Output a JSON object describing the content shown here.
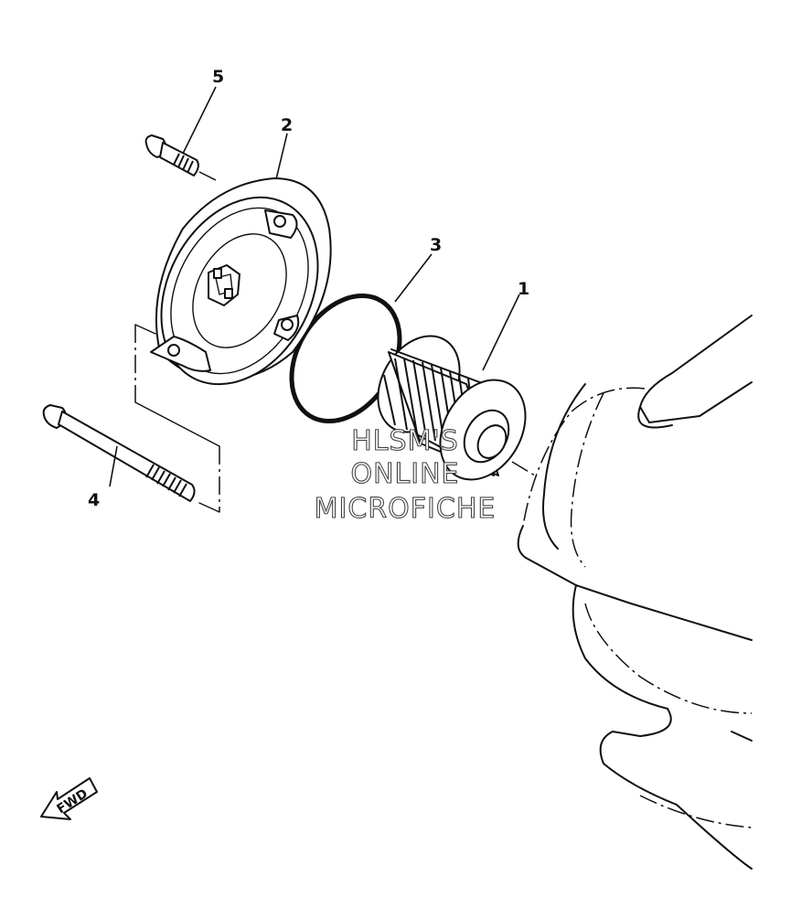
{
  "parts": {
    "oil_filter_element": "1",
    "filter_cover": "2",
    "o_ring": "3",
    "long_bolt": "4",
    "short_bolt": "5"
  },
  "watermark": {
    "line1": "HLSM'S",
    "line2": "ONLINE",
    "line3": "MICROFICHE"
  },
  "direction_badge": {
    "label": "FWD"
  }
}
